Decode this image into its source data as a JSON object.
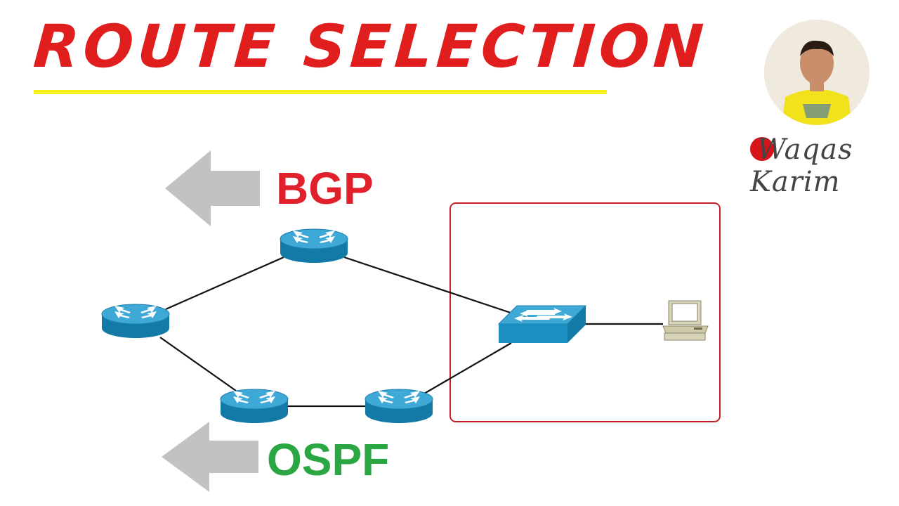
{
  "title": "ROUTE SELECTION",
  "labels": {
    "bgp": "BGP",
    "ospf": "OSPF"
  },
  "branding": {
    "name": "Waqas Karim"
  },
  "colors": {
    "title": "#e01e1e",
    "underline": "#f5ef1c",
    "bgp": "#e0202a",
    "ospf": "#2aa642",
    "box_border": "#c41e2a",
    "arrow": "#c2c2c2",
    "router": "#1a8fc0"
  },
  "diagram": {
    "nodes": [
      {
        "id": "router-top",
        "type": "router-icon"
      },
      {
        "id": "router-left",
        "type": "router-icon"
      },
      {
        "id": "router-bottom-left",
        "type": "router-icon"
      },
      {
        "id": "router-bottom-right",
        "type": "router-icon"
      },
      {
        "id": "switch",
        "type": "switch-icon"
      },
      {
        "id": "pc",
        "type": "computer-icon"
      }
    ],
    "links": [
      [
        "router-left",
        "router-top"
      ],
      [
        "router-top",
        "switch"
      ],
      [
        "router-left",
        "router-bottom-left"
      ],
      [
        "router-bottom-left",
        "router-bottom-right"
      ],
      [
        "router-bottom-right",
        "switch"
      ],
      [
        "switch",
        "pc"
      ]
    ]
  }
}
